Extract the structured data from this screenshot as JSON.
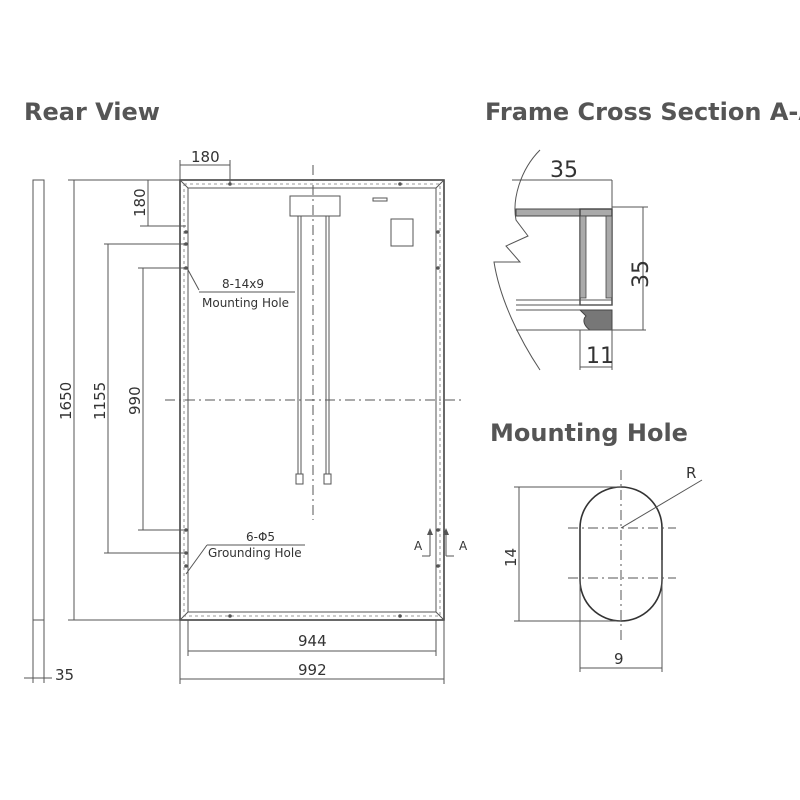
{
  "titles": {
    "rear_view": "Rear View",
    "cross_section": "Frame Cross Section A-A",
    "mounting_hole": "Mounting Hole"
  },
  "rear_view": {
    "dim_top_180": "180",
    "dim_side_180": "180",
    "dim_height_1650": "1650",
    "dim_1155": "1155",
    "dim_990": "990",
    "dim_944": "944",
    "dim_992": "992",
    "dim_depth_35": "35",
    "mounting_hole_spec": "8-14x9",
    "mounting_hole_label": "Mounting Hole",
    "grounding_hole_spec": "6-Φ5",
    "grounding_hole_label": "Grounding Hole",
    "section_mark_left": "A",
    "section_mark_right": "A"
  },
  "cross_section": {
    "dim_width_35": "35",
    "dim_height_35": "35",
    "dim_lip_11": "11"
  },
  "mounting_hole": {
    "dim_length_14": "14",
    "dim_width_9": "9",
    "radius_label": "R"
  },
  "colors": {
    "title": "#555555",
    "line": "#555555",
    "text": "#333333"
  }
}
